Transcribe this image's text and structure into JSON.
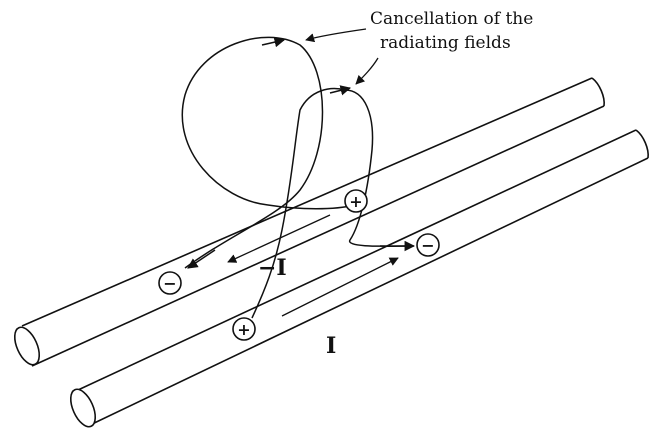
{
  "annotation": {
    "line1": "Cancellation of the",
    "line2": "radiating fields"
  },
  "currents": {
    "upper": "−I",
    "lower": "I"
  },
  "charges": {
    "upper_right": "+",
    "upper_left": "−",
    "lower_left": "+",
    "lower_right": "−"
  },
  "colors": {
    "ink": "#111111",
    "background": "#ffffff"
  }
}
